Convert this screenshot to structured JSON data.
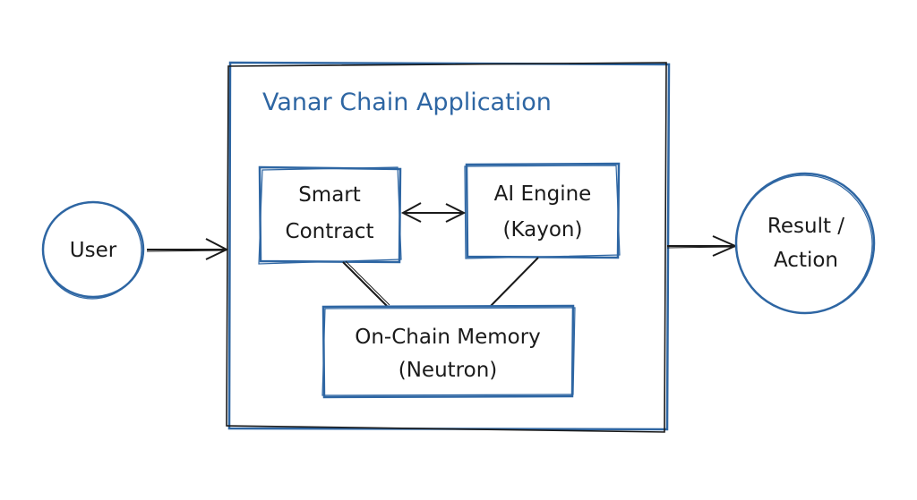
{
  "diagram": {
    "container": {
      "title": "Vanar Chain Application"
    },
    "nodes": {
      "user": {
        "label": "User"
      },
      "smart_contract": {
        "lines": [
          "Smart",
          "Contract"
        ]
      },
      "ai_engine": {
        "lines": [
          "AI Engine",
          "(Kayon)"
        ]
      },
      "memory": {
        "lines": [
          "On-Chain Memory",
          "(Neutron)"
        ]
      },
      "result": {
        "lines": [
          "Result /",
          "Action"
        ]
      }
    },
    "edges": [
      {
        "from": "User",
        "to": "Vanar Chain Application",
        "type": "arrow"
      },
      {
        "from": "Smart Contract",
        "to": "AI Engine (Kayon)",
        "type": "bidirectional"
      },
      {
        "from": "Smart Contract",
        "to": "On-Chain Memory (Neutron)",
        "type": "line"
      },
      {
        "from": "AI Engine (Kayon)",
        "to": "On-Chain Memory (Neutron)",
        "type": "line"
      },
      {
        "from": "Vanar Chain Application",
        "to": "Result / Action",
        "type": "arrow"
      }
    ],
    "colors": {
      "accent": "#2e66a3",
      "ink": "#1a1a1a",
      "background": "#ffffff"
    }
  }
}
